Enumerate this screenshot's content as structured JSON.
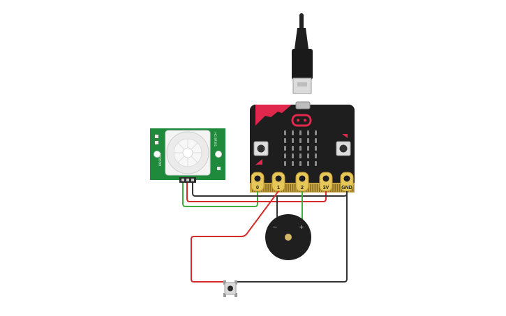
{
  "microbit": {
    "pins": [
      {
        "label": "0"
      },
      {
        "label": "1"
      },
      {
        "label": "2"
      },
      {
        "label": "3V"
      },
      {
        "label": "GND"
      }
    ]
  },
  "pir_sensor": {
    "side_text_left": "BISS0001",
    "side_text_right": "HC-SR501"
  },
  "buzzer": {
    "minus_label": "−",
    "plus_label": "+"
  },
  "colors": {
    "wire_red": "#d42a2a",
    "wire_green": "#3fae3f",
    "wire_black": "#333333",
    "microbit_body": "#1e1e1e",
    "microbit_accent": "#e0284d",
    "pin_gold": "#e6c75a",
    "pir_board": "#1f8a3c",
    "buzzer_body": "#1f1f1f"
  }
}
